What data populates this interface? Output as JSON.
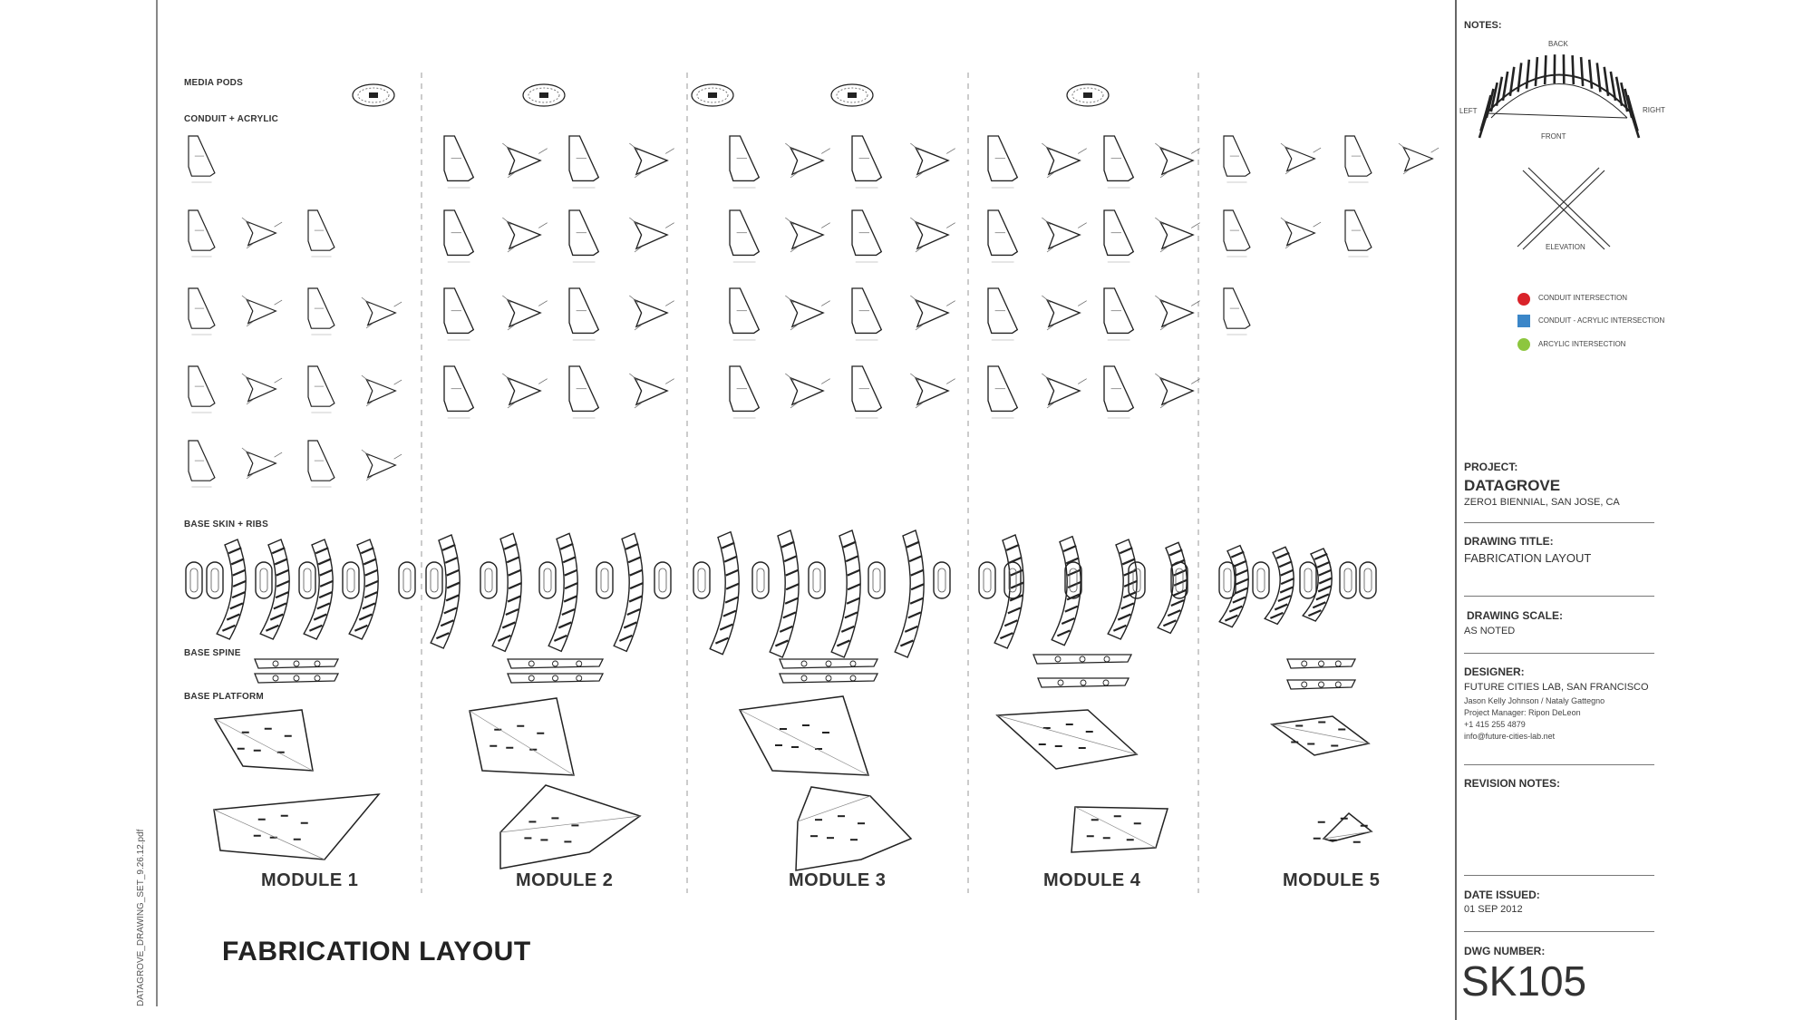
{
  "sheet": {
    "title": "FABRICATION LAYOUT",
    "file_label": "DATAGROVE_DRAWING_SET_9.26.12.pdf"
  },
  "sections": {
    "media_pods": "MEDIA PODS",
    "conduit_acrylic": "CONDUIT + ACRYLIC",
    "base_skin_ribs": "BASE SKIN + RIBS",
    "base_spine": "BASE SPINE",
    "base_platform": "BASE PLATFORM"
  },
  "modules": [
    "MODULE 1",
    "MODULE 2",
    "MODULE 3",
    "MODULE 4",
    "MODULE 5"
  ],
  "notes": {
    "heading": "NOTES:",
    "view_labels": {
      "back": "BACK",
      "left": "LEFT",
      "right": "RIGHT",
      "front": "FRONT",
      "elevation": "ELEVATION"
    },
    "legend": [
      {
        "label": "CONDUIT INTERSECTION",
        "color": "#d9232a",
        "shape": "circle"
      },
      {
        "label": "CONDUIT - ACRYLIC INTERSECTION",
        "color": "#3b86c8",
        "shape": "square"
      },
      {
        "label": "ARCYLIC INTERSECTION",
        "color": "#8dc63f",
        "shape": "circle"
      }
    ]
  },
  "title_block": {
    "project_head": "PROJECT:",
    "project_name": "DATAGROVE",
    "project_sub": "ZERO1 BIENNIAL, SAN JOSE, CA",
    "drawing_title_head": "DRAWING TITLE:",
    "drawing_title": "FABRICATION LAYOUT",
    "scale_head": "DRAWING SCALE:",
    "scale": "AS NOTED",
    "designer_head": "DESIGNER:",
    "designer": "FUTURE CITIES LAB, SAN FRANCISCO",
    "designer_line1": "Jason Kelly Johnson / Nataly Gattegno",
    "designer_line2": "Project Manager: Ripon DeLeon",
    "designer_line3": "+1 415 255 4879",
    "designer_line4": "info@future-cities-lab.net",
    "revision_head": "REVISION NOTES:",
    "date_head": "DATE ISSUED:",
    "date": "01 SEP 2012",
    "dwg_head": "DWG NUMBER:",
    "dwg": "SK105"
  }
}
